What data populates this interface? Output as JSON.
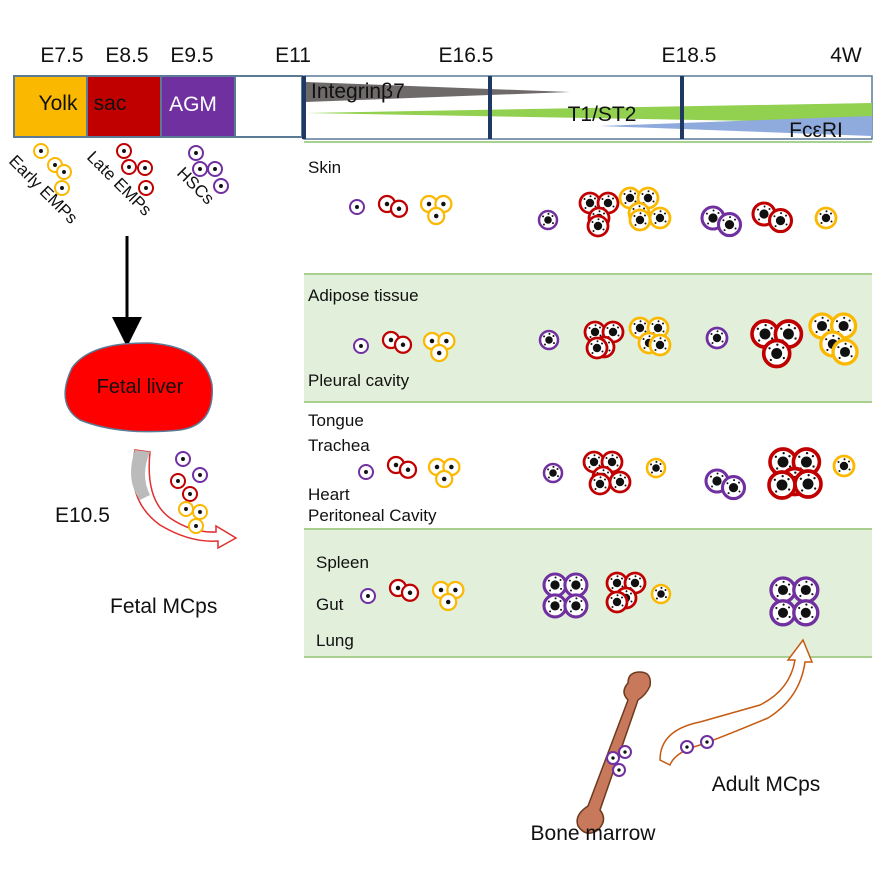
{
  "colors": {
    "yolk": "#FBB800",
    "late_emp": "#C00000",
    "agm": "#7030A0",
    "integrin": "#6F6A6A",
    "t1st2": "#92D050",
    "fceri": "#8FAADC",
    "band": "#E2EFDA",
    "liver": "#FF0000",
    "bone": "#C8795B"
  },
  "timeline": {
    "stages": [
      "E7.5",
      "E8.5",
      "E9.5",
      "E11",
      "E16.5",
      "E18.5",
      "4W"
    ],
    "origin_labels": {
      "yolk": "Yolk",
      "sac": "sac",
      "agm": "AGM"
    },
    "markers": {
      "integrin": "Integrinβ7",
      "t1st2": "T1/ST2",
      "fceri": "FcεRI"
    }
  },
  "origins": {
    "early_emps": "Early EMPs",
    "late_emps": "Late EMPs",
    "hscs": "HSCs"
  },
  "fetal": {
    "liver": "Fetal liver",
    "stage": "E10.5",
    "mcps": "Fetal MCps"
  },
  "tissues": {
    "skin": "Skin",
    "adipose": "Adipose tissue",
    "pleural": "Pleural cavity",
    "tongue": "Tongue",
    "trachea": "Trachea",
    "heart": "Heart",
    "peritoneal": "Peritoneal Cavity",
    "spleen": "Spleen",
    "gut": "Gut",
    "lung": "Lung"
  },
  "adult": {
    "bone_marrow": "Bone marrow",
    "mcps": "Adult MCps"
  }
}
